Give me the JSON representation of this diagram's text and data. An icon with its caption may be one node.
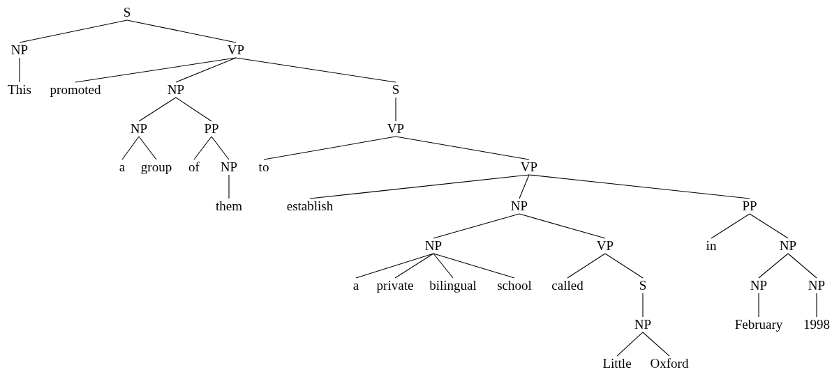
{
  "diagram": {
    "nodes": [
      {
        "text": [
          "S"
        ]
      },
      {
        "text": [
          "NP"
        ]
      },
      {
        "text": [
          "VP"
        ]
      },
      {
        "text": [
          "This"
        ]
      },
      {
        "text": [
          "promoted"
        ]
      },
      {
        "text": [
          "NP"
        ]
      },
      {
        "text": [
          "S"
        ]
      },
      {
        "text": [
          "NP"
        ]
      },
      {
        "text": [
          "PP"
        ]
      },
      {
        "text": [
          "VP"
        ]
      },
      {
        "text": [
          "a"
        ]
      },
      {
        "text": [
          "group"
        ]
      },
      {
        "text": [
          "of"
        ]
      },
      {
        "text": [
          "NP"
        ]
      },
      {
        "text": [
          "to"
        ]
      },
      {
        "text": [
          "VP"
        ]
      },
      {
        "text": [
          "them"
        ]
      },
      {
        "text": [
          "establish"
        ]
      },
      {
        "text": [
          "NP"
        ]
      },
      {
        "text": [
          "PP"
        ]
      },
      {
        "text": [
          "NP"
        ]
      },
      {
        "text": [
          "VP"
        ]
      },
      {
        "text": [
          "in"
        ]
      },
      {
        "text": [
          "NP"
        ]
      },
      {
        "text": [
          "a"
        ]
      },
      {
        "text": [
          "private"
        ]
      },
      {
        "text": [
          "bilingual"
        ]
      },
      {
        "text": [
          "school"
        ]
      },
      {
        "text": [
          "called"
        ]
      },
      {
        "text": [
          "S"
        ]
      },
      {
        "text": [
          "NP"
        ]
      },
      {
        "text": [
          "NP"
        ]
      },
      {
        "text": [
          "NP"
        ]
      },
      {
        "text": [
          "February"
        ]
      },
      {
        "text": [
          "1998"
        ]
      },
      {
        "text": [
          "Little"
        ]
      },
      {
        "text": [
          "Oxford"
        ]
      }
    ],
    "edges": [
      {
        "from": 0,
        "to": 1,
        "arrow": "none"
      },
      {
        "from": 0,
        "to": 2,
        "arrow": "none"
      },
      {
        "from": 1,
        "to": 3,
        "arrow": "none"
      },
      {
        "from": 2,
        "to": 4,
        "arrow": "none"
      },
      {
        "from": 2,
        "to": 5,
        "arrow": "none"
      },
      {
        "from": 2,
        "to": 6,
        "arrow": "none"
      },
      {
        "from": 5,
        "to": 7,
        "arrow": "none"
      },
      {
        "from": 5,
        "to": 8,
        "arrow": "none"
      },
      {
        "from": 6,
        "to": 9,
        "arrow": "none"
      },
      {
        "from": 7,
        "to": 10,
        "arrow": "none"
      },
      {
        "from": 7,
        "to": 11,
        "arrow": "none"
      },
      {
        "from": 8,
        "to": 12,
        "arrow": "none"
      },
      {
        "from": 8,
        "to": 13,
        "arrow": "none"
      },
      {
        "from": 9,
        "to": 14,
        "arrow": "none"
      },
      {
        "from": 9,
        "to": 15,
        "arrow": "none"
      },
      {
        "from": 13,
        "to": 16,
        "arrow": "none"
      },
      {
        "from": 15,
        "to": 17,
        "arrow": "none"
      },
      {
        "from": 15,
        "to": 18,
        "arrow": "none"
      },
      {
        "from": 15,
        "to": 19,
        "arrow": "none"
      },
      {
        "from": 18,
        "to": 20,
        "arrow": "none"
      },
      {
        "from": 18,
        "to": 21,
        "arrow": "none"
      },
      {
        "from": 19,
        "to": 22,
        "arrow": "none"
      },
      {
        "from": 19,
        "to": 23,
        "arrow": "none"
      },
      {
        "from": 20,
        "to": 24,
        "arrow": "none"
      },
      {
        "from": 20,
        "to": 25,
        "arrow": "none"
      },
      {
        "from": 20,
        "to": 26,
        "arrow": "none"
      },
      {
        "from": 20,
        "to": 27,
        "arrow": "none"
      },
      {
        "from": 21,
        "to": 28,
        "arrow": "none"
      },
      {
        "from": 21,
        "to": 29,
        "arrow": "none"
      },
      {
        "from": 23,
        "to": 30,
        "arrow": "none"
      },
      {
        "from": 23,
        "to": 31,
        "arrow": "none"
      },
      {
        "from": 29,
        "to": 32,
        "arrow": "none"
      },
      {
        "from": 30,
        "to": 33,
        "arrow": "none"
      },
      {
        "from": 31,
        "to": 34,
        "arrow": "none"
      },
      {
        "from": 32,
        "to": 35,
        "arrow": "none"
      },
      {
        "from": 32,
        "to": 36,
        "arrow": "none"
      }
    ]
  }
}
